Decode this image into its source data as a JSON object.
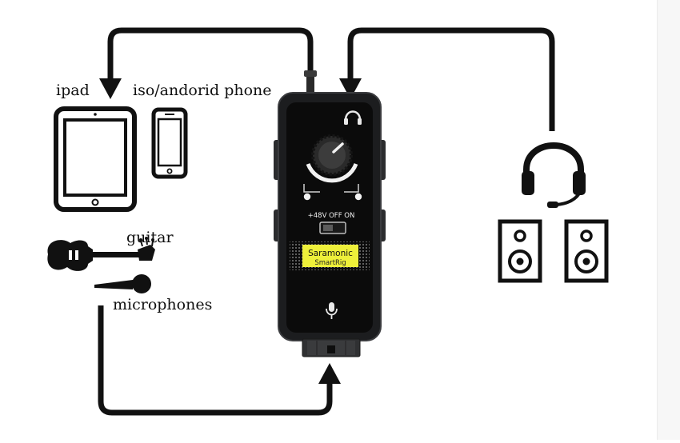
{
  "labels": {
    "ipad": "ipad",
    "phone": "iso/andorid phone",
    "guitar": "guitar",
    "microphones": "microphones"
  },
  "device": {
    "brand": "Saramonic",
    "model": "SmartRig",
    "switch_label": "+48V OFF ON"
  },
  "icons": {
    "headphone_port": "headphone-icon",
    "mic_port": "microphone-icon",
    "tablet": "tablet-icon",
    "phone": "phone-icon",
    "guitar": "guitar-icon",
    "microphone": "handheld-microphone-icon",
    "headset": "headset-icon",
    "speakers": "speaker-icon"
  },
  "colors": {
    "device_body": "#1c1d1f",
    "device_panel": "#0b0b0b",
    "brand_label_bg": "#eef03a",
    "line": "#111111"
  }
}
